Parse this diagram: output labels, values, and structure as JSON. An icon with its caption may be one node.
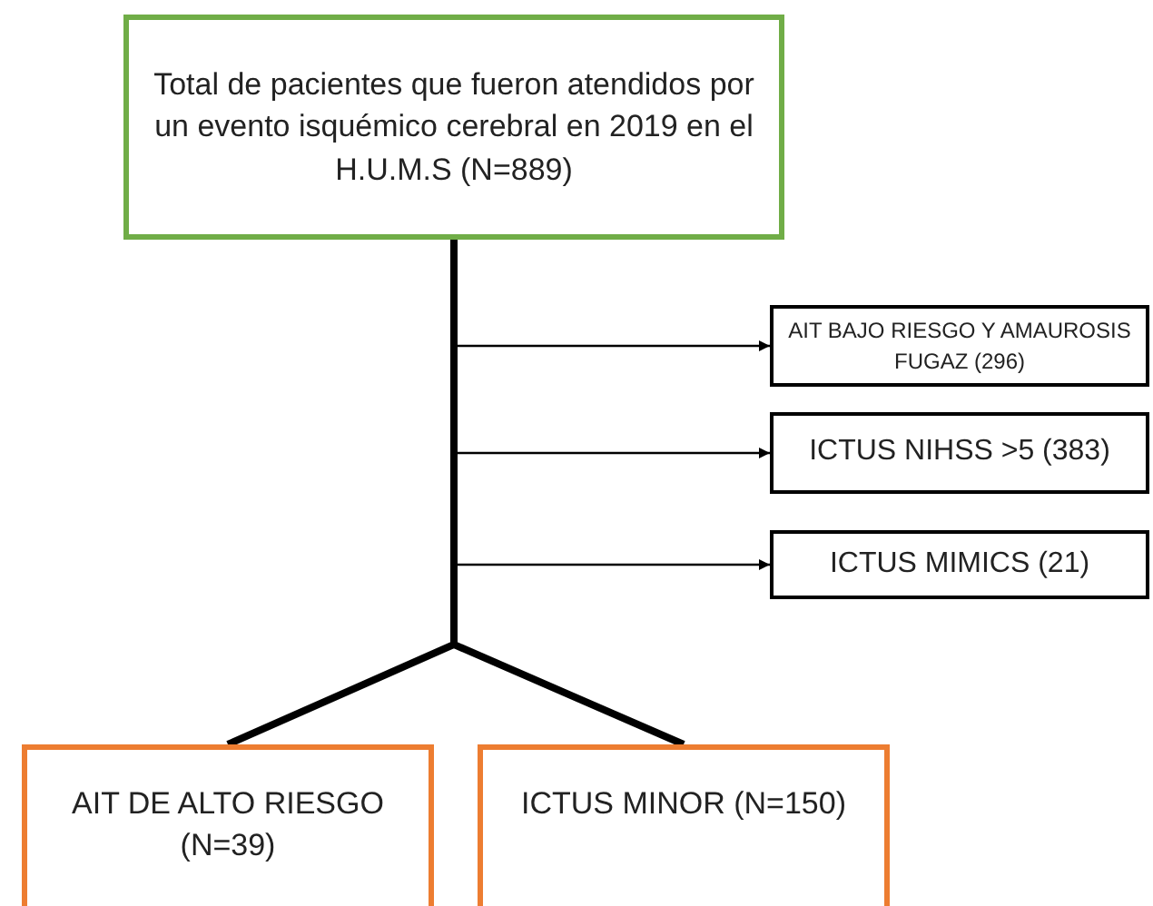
{
  "diagram": {
    "nodes": [
      {
        "text": [
          "Total de pacientes que fueron atendidos por un evento isquémico cerebral en 2019 en el H.U.M.S (N=889)"
        ]
      },
      {
        "text": [
          "AIT BAJO RIESGO Y AMAUROSIS FUGAZ  (296)"
        ]
      },
      {
        "text": [
          "ICTUS NIHSS >5 (383)"
        ]
      },
      {
        "text": [
          "ICTUS MIMICS (21)"
        ]
      },
      {
        "text": [
          "AIT DE ALTO RIESGO (N=39)"
        ]
      },
      {
        "text": [
          "ICTUS MINOR (N=150)"
        ]
      }
    ],
    "edges": [
      {
        "from": 0,
        "to": 1,
        "arrow": "to"
      },
      {
        "from": 0,
        "to": 2,
        "arrow": "to"
      },
      {
        "from": 0,
        "to": 3,
        "arrow": "to"
      },
      {
        "from": 0,
        "to": 4,
        "arrow": "none",
        "style": "thick"
      },
      {
        "from": 0,
        "to": 5,
        "arrow": "none",
        "style": "thick"
      }
    ]
  }
}
